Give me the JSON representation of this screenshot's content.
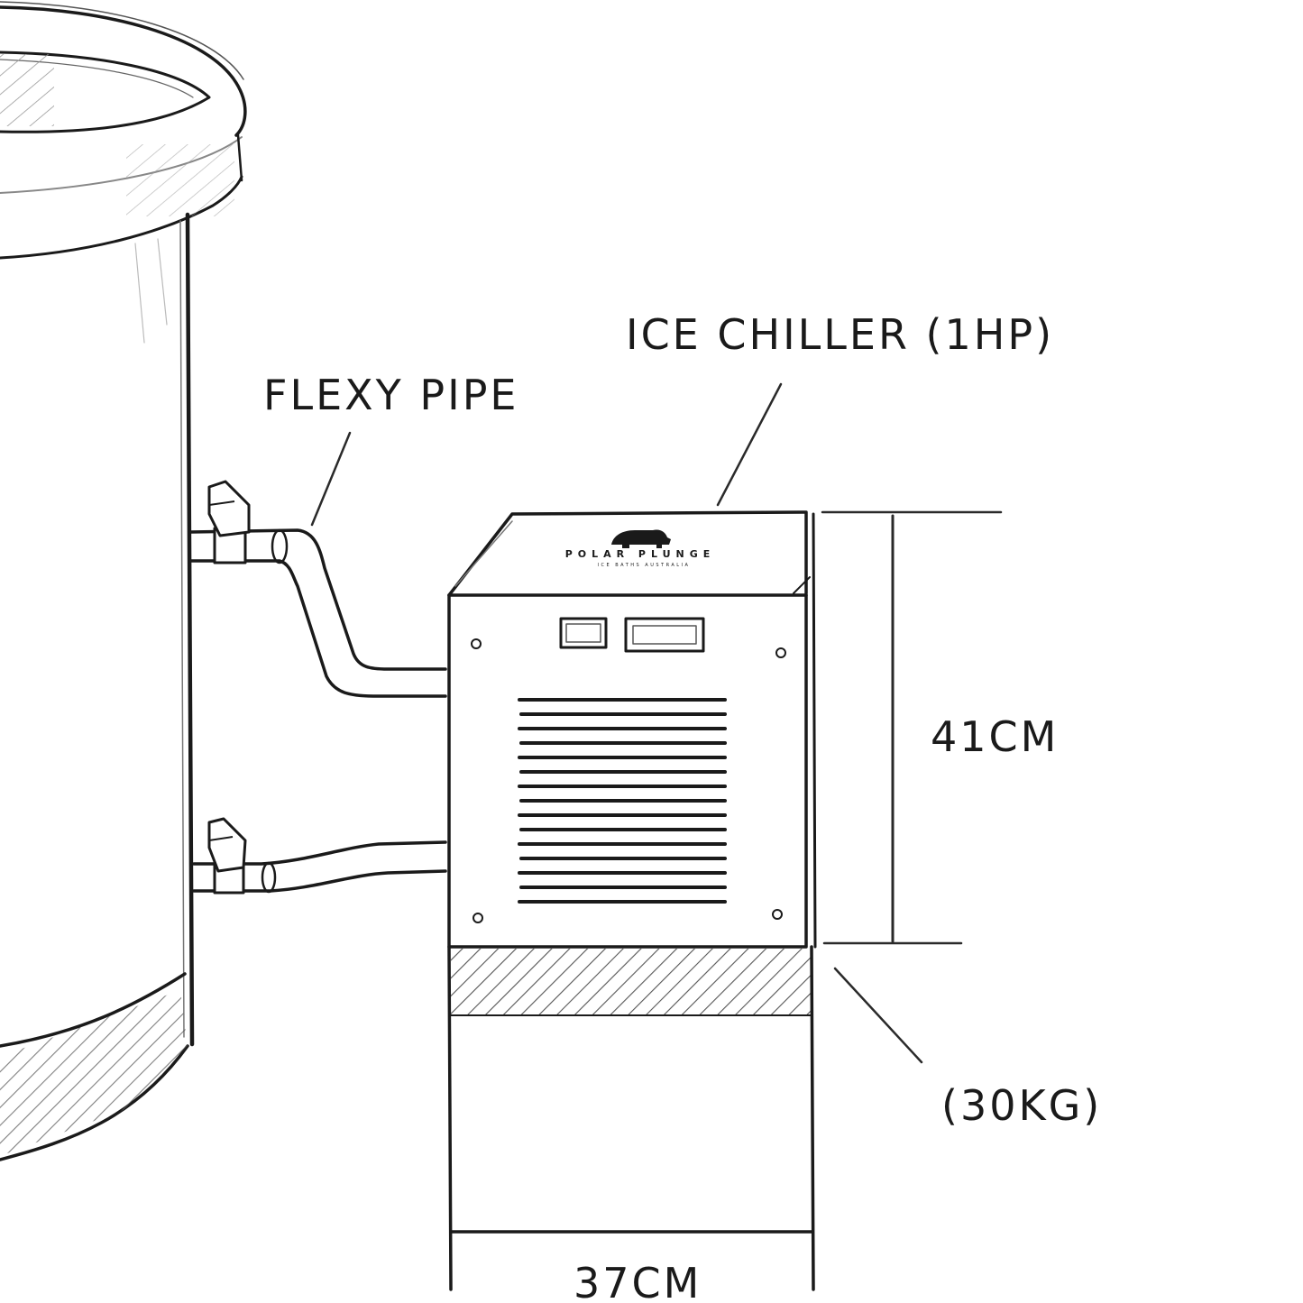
{
  "labels": {
    "pipe": "FLEXY PIPE",
    "chiller": "ICE CHILLER (1HP)",
    "height": "41CM",
    "weight": "(30KG)",
    "width": "37CM"
  },
  "brand": {
    "name": "POLAR PLUNGE",
    "tagline": "ICE BATHS AUSTRALIA",
    "logo": "polar-bear-logo"
  },
  "colors": {
    "ink": "#1a1a1a",
    "background": "#ffffff"
  }
}
